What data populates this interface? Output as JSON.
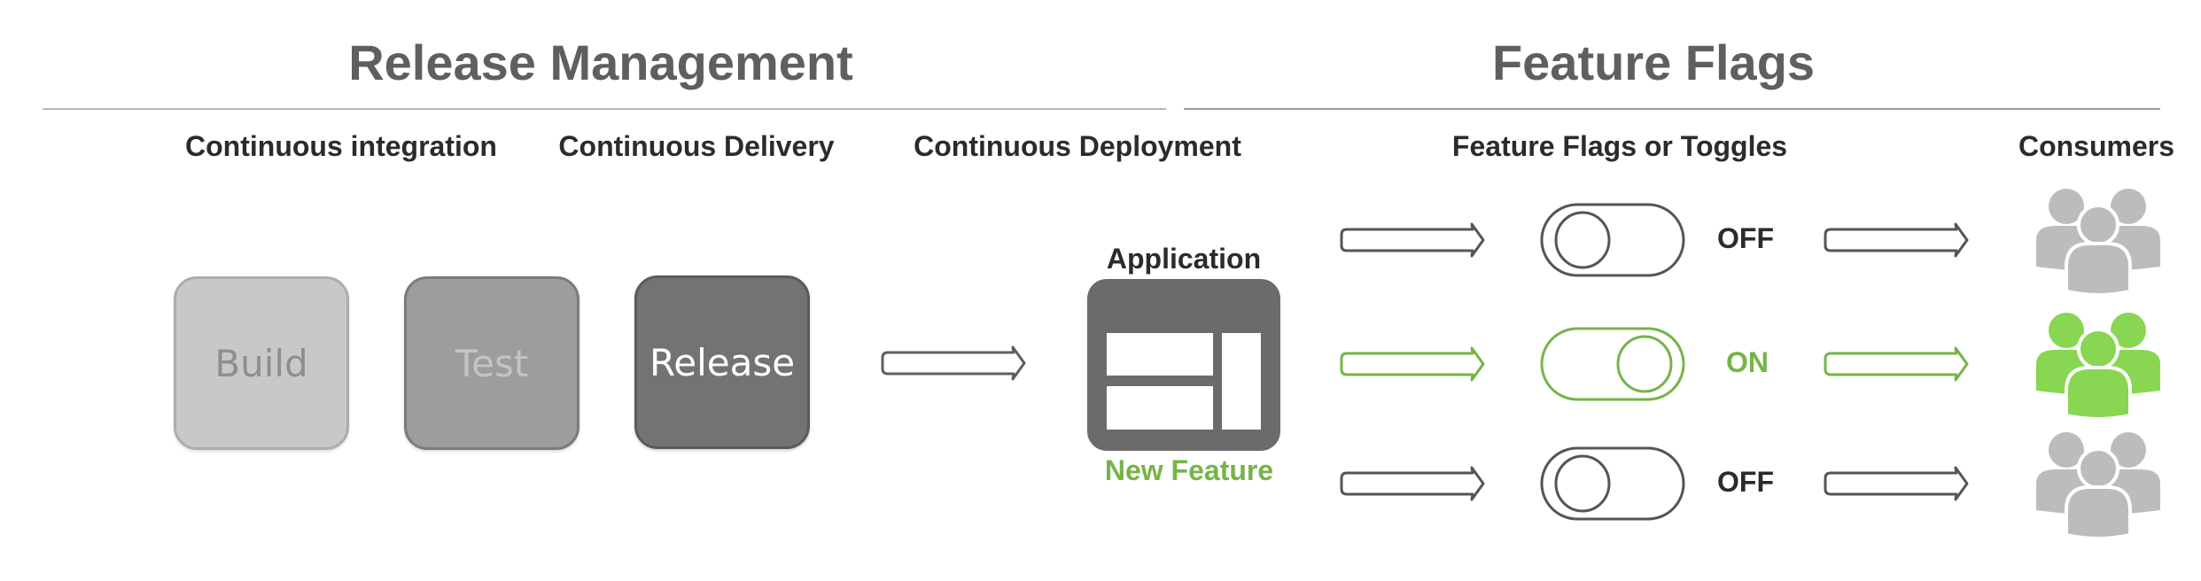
{
  "sections": {
    "release_management": {
      "title": "Release Management"
    },
    "feature_flags": {
      "title": "Feature Flags"
    }
  },
  "subheaders": {
    "continuous_integration": "Continuous integration",
    "continuous_delivery": "Continuous Delivery",
    "continuous_deployment": "Continuous Deployment",
    "feature_flags_or_toggles": "Feature Flags or Toggles",
    "consumers": "Consumers"
  },
  "pipeline": {
    "stages": [
      {
        "label": "Build"
      },
      {
        "label": "Test"
      },
      {
        "label": "Release"
      }
    ]
  },
  "application": {
    "label": "Application",
    "feature_label": "New Feature",
    "icon": "app-layout-icon"
  },
  "toggles": [
    {
      "state": "OFF",
      "on": false,
      "color": "#555555",
      "consumer_color": "#bcbcbc"
    },
    {
      "state": "ON",
      "on": true,
      "color": "#76b447",
      "consumer_color": "#88d651"
    },
    {
      "state": "OFF",
      "on": false,
      "color": "#555555",
      "consumer_color": "#bcbcbc"
    }
  ],
  "colors": {
    "accent_green": "#76b447",
    "title_gray": "#5f5f5f",
    "text_dark": "#2b2b2b",
    "app_box": "#6b6b6b"
  },
  "icons": {
    "arrow": "right-arrow-outline-icon",
    "toggle": "toggle-switch-icon",
    "consumers": "user-group-icon"
  }
}
